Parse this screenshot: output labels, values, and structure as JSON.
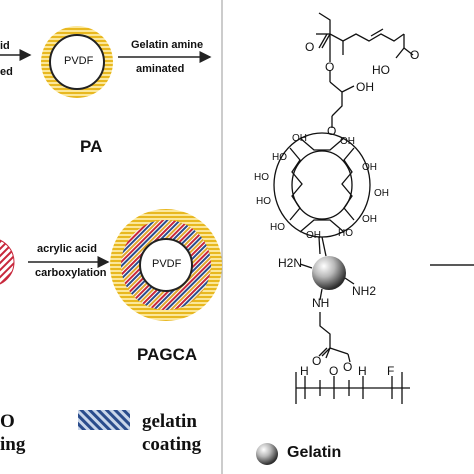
{
  "labels": {
    "cut_top_1": "id",
    "cut_top_2": "ed",
    "pvdf": "PVDF",
    "arrow1_top": "Gelatin amine",
    "arrow1_bottom": "aminated",
    "arrow2_top": "acrylic acid",
    "arrow2_bottom": "carboxylation",
    "pa": "PA",
    "pagca": "PAGCA",
    "legend_cut_1": "O",
    "legend_cut_2": "ing",
    "legend_gelatin_coating_1": "gelatin",
    "legend_gelatin_coating_2": "coating",
    "legend_gelatin": "Gelatin"
  },
  "chem": {
    "o": "O",
    "oh": "OH",
    "ho": "HO",
    "h2n": "H2N",
    "nh2": "NH2",
    "nh": "NH",
    "n": "N",
    "h": "H",
    "f": "F",
    "ho_o": "HO",
    "acid_o": "O"
  },
  "colors": {
    "yellow_stripe": "#e8b820",
    "red_stripe": "#c8283c",
    "blue_stripe": "#2a4c8c",
    "arrow": "#222222"
  }
}
